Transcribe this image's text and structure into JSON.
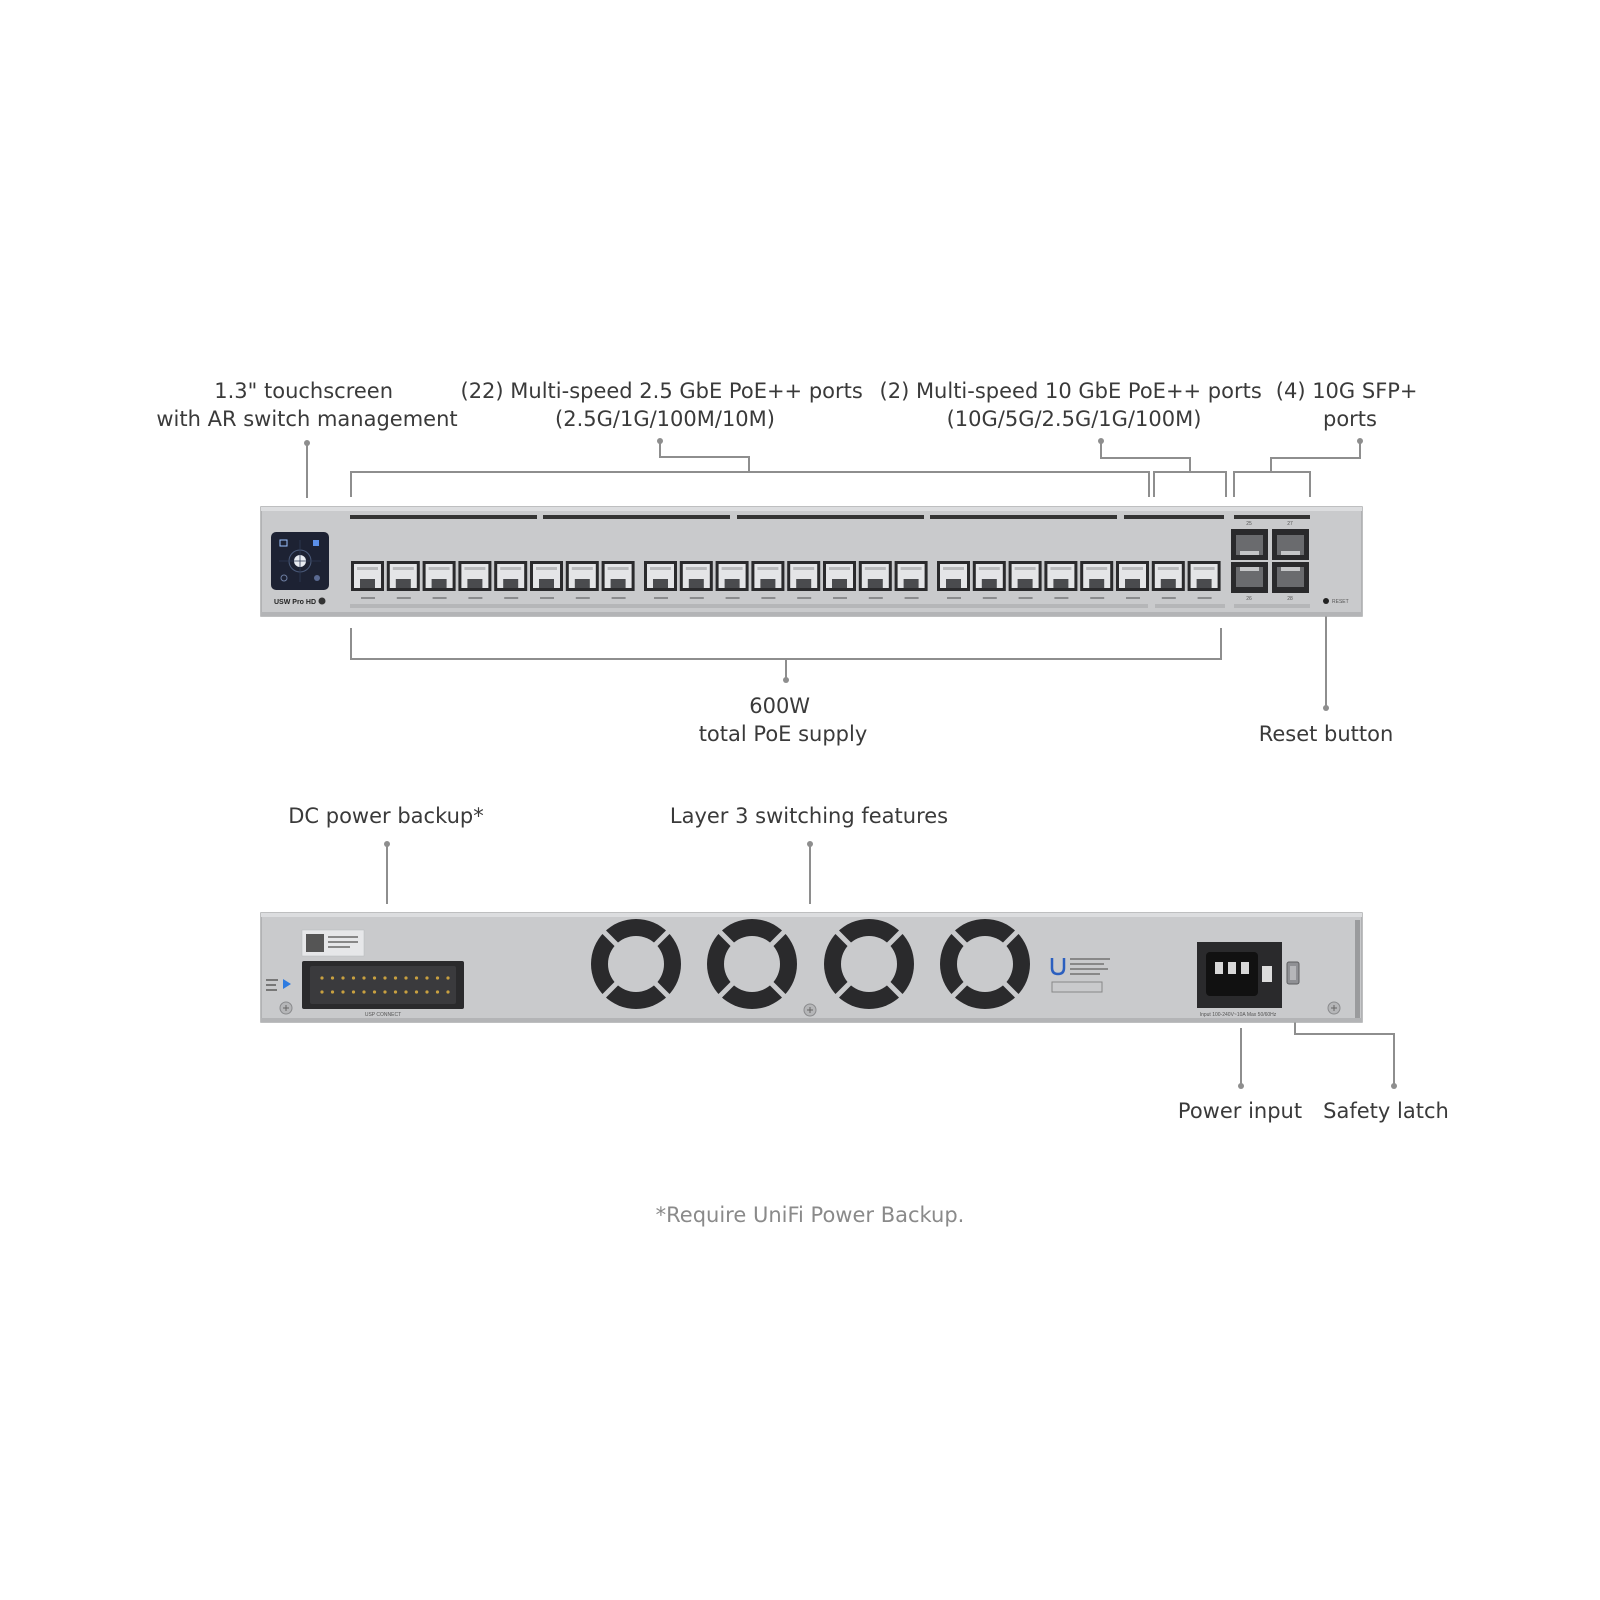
{
  "callouts": {
    "touchscreen": [
      "1.3\" touchscreen",
      "with AR switch management"
    ],
    "ports_25g": [
      "(22) Multi-speed 2.5 GbE PoE++ ports",
      "(2.5G/1G/100M/10M)"
    ],
    "ports_10g": [
      "(2) Multi-speed 10 GbE PoE++ ports",
      "(10G/5G/2.5G/1G/100M)"
    ],
    "sfp": [
      "(4) 10G SFP+",
      "ports"
    ],
    "poe_supply": [
      "600W",
      "total PoE supply"
    ],
    "reset": "Reset button",
    "dc_backup": "DC power backup*",
    "layer3": "Layer 3 switching features",
    "power_input": "Power input",
    "safety_latch": "Safety latch"
  },
  "footnote": "*Require UniFi Power Backup.",
  "device_front": {
    "model_label": "USW Pro HD",
    "reset_label": "RESET",
    "rj45_port_count": 24,
    "sfp_port_numbers": [
      "25",
      "27",
      "26",
      "28"
    ]
  },
  "device_rear": {
    "connector_label": "USP CONNECT",
    "fan_count": 4,
    "power_rating": "Input 100-240V~10A Max 50/60Hz"
  },
  "colors": {
    "chassis": "#c9cacc",
    "chassis_edge": "#a9aaac",
    "lead_line": "#8e8e8e",
    "label_text": "#3a3a3a",
    "footnote_text": "#8a8a8a",
    "screen": "#1d2233"
  }
}
